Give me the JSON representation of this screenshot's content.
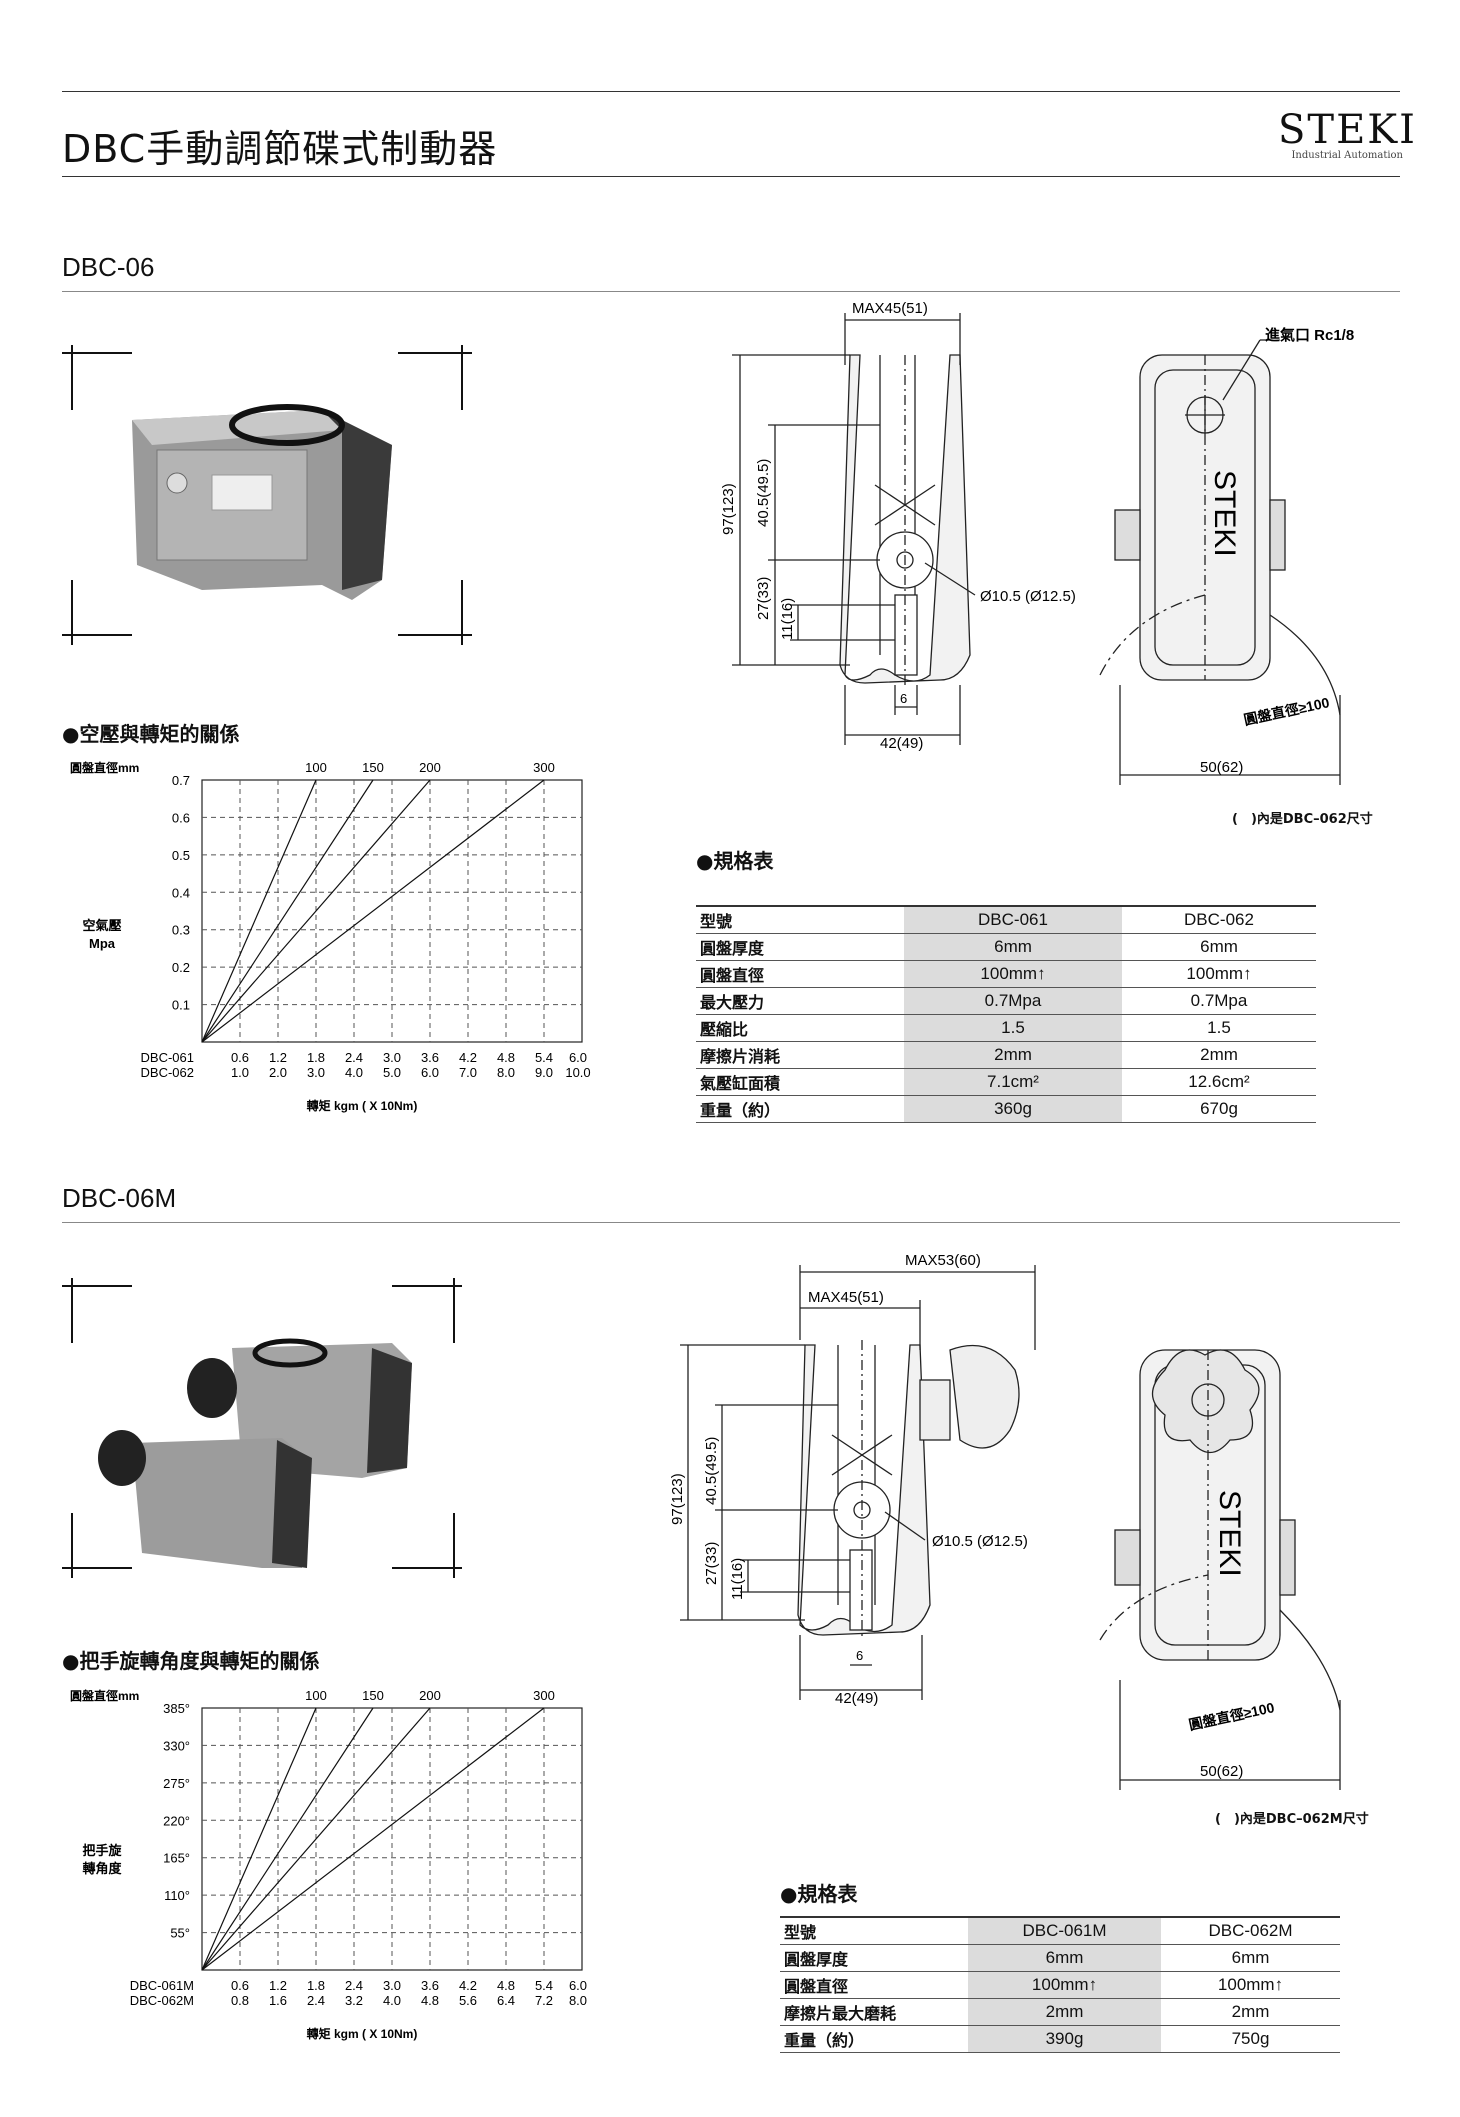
{
  "header": {
    "title": "DBC手動調節碟式制動器",
    "logo_name": "STEKI",
    "logo_sub": "Industrial Automation"
  },
  "dbc06": {
    "heading": "DBC-06",
    "chart_heading": "●空壓與轉矩的關係",
    "spec_heading": "●規格表",
    "drawing": {
      "max": "MAX45(51)",
      "inlet": "進氣口 Rc1/8",
      "h97": "97(123)",
      "h40": "40.5(49.5)",
      "h27": "27(33)",
      "h11": "11(16)",
      "dia": "Ø10.5 (Ø12.5)",
      "w6": "6",
      "w42": "42(49)",
      "w50": "50(62)",
      "disc": "圓盤直徑≥100",
      "brand": "STEKI"
    },
    "note": "(　)內是DBC–062尺寸",
    "spec": {
      "headers": [
        "型號",
        "DBC-061",
        "DBC-062"
      ],
      "rows": [
        [
          "圓盤厚度",
          "6mm",
          "6mm"
        ],
        [
          "圓盤直徑",
          "100mm↑",
          "100mm↑"
        ],
        [
          "最大壓力",
          "0.7Mpa",
          "0.7Mpa"
        ],
        [
          "壓縮比",
          "1.5",
          "1.5"
        ],
        [
          "摩擦片消耗",
          "2mm",
          "2mm"
        ],
        [
          "氣壓缸面積",
          "7.1cm²",
          "12.6cm²"
        ],
        [
          "重量（約）",
          "360g",
          "670g"
        ]
      ]
    }
  },
  "dbc06m": {
    "heading": "DBC-06M",
    "chart_heading": "●把手旋轉角度與轉矩的關係",
    "spec_heading": "●規格表",
    "drawing": {
      "max53": "MAX53(60)",
      "max45": "MAX45(51)",
      "h97": "97(123)",
      "h40": "40.5(49.5)",
      "h27": "27(33)",
      "h11": "11(16)",
      "dia": "Ø10.5 (Ø12.5)",
      "w6": "6",
      "w42": "42(49)",
      "w50": "50(62)",
      "disc": "圓盤直徑≥100",
      "brand": "STEKI"
    },
    "note": "(　)內是DBC–062M尺寸",
    "spec": {
      "headers": [
        "型號",
        "DBC-061M",
        "DBC-062M"
      ],
      "rows": [
        [
          "圓盤厚度",
          "6mm",
          "6mm"
        ],
        [
          "圓盤直徑",
          "100mm↑",
          "100mm↑"
        ],
        [
          "摩擦片最大磨耗",
          "2mm",
          "2mm"
        ],
        [
          "重量（約）",
          "390g",
          "750g"
        ]
      ]
    }
  },
  "chart_data": [
    {
      "type": "line",
      "title": "",
      "ylabel": "空氣壓 Mpa",
      "xlabel": "轉矩 kgm ( X 10Nm)",
      "top_axis_label": "圓盤直徑mm",
      "top_ticks": [
        "100",
        "150",
        "200",
        "300"
      ],
      "x_rows": [
        {
          "name": "DBC-061",
          "ticks": [
            "0.6",
            "1.2",
            "1.8",
            "2.4",
            "3.0",
            "3.6",
            "4.2",
            "4.8",
            "5.4",
            "6.0"
          ]
        },
        {
          "name": "DBC-062",
          "ticks": [
            "1.0",
            "2.0",
            "3.0",
            "4.0",
            "5.0",
            "6.0",
            "7.0",
            "8.0",
            "9.0",
            "10.0"
          ]
        }
      ],
      "y_ticks": [
        "0.7",
        "0.6",
        "0.5",
        "0.4",
        "0.3",
        "0.2",
        "0.1"
      ],
      "ylim": [
        0,
        0.7
      ],
      "xlim": [
        0,
        6.0
      ],
      "grid": true,
      "series": [
        {
          "name": "100",
          "x": [
            0,
            1.8
          ],
          "y": [
            0,
            0.7
          ]
        },
        {
          "name": "150",
          "x": [
            0,
            2.7
          ],
          "y": [
            0,
            0.7
          ]
        },
        {
          "name": "200",
          "x": [
            0,
            3.6
          ],
          "y": [
            0,
            0.7
          ]
        },
        {
          "name": "300",
          "x": [
            0,
            5.4
          ],
          "y": [
            0,
            0.7
          ]
        }
      ]
    },
    {
      "type": "line",
      "title": "",
      "ylabel": "把手旋轉角度",
      "xlabel": "轉矩 kgm ( X 10Nm)",
      "top_axis_label": "圓盤直徑mm",
      "top_ticks": [
        "100",
        "150",
        "200",
        "300"
      ],
      "x_rows": [
        {
          "name": "DBC-061M",
          "ticks": [
            "0.6",
            "1.2",
            "1.8",
            "2.4",
            "3.0",
            "3.6",
            "4.2",
            "4.8",
            "5.4",
            "6.0"
          ]
        },
        {
          "name": "DBC-062M",
          "ticks": [
            "0.8",
            "1.6",
            "2.4",
            "3.2",
            "4.0",
            "4.8",
            "5.6",
            "6.4",
            "7.2",
            "8.0"
          ]
        }
      ],
      "y_ticks": [
        "385°",
        "330°",
        "275°",
        "220°",
        "165°",
        "110°",
        "55°"
      ],
      "ylim": [
        0,
        385
      ],
      "xlim": [
        0,
        6.0
      ],
      "grid": true,
      "series": [
        {
          "name": "100",
          "x": [
            0,
            1.8
          ],
          "y": [
            0,
            385
          ]
        },
        {
          "name": "150",
          "x": [
            0,
            2.7
          ],
          "y": [
            0,
            385
          ]
        },
        {
          "name": "200",
          "x": [
            0,
            3.6
          ],
          "y": [
            0,
            385
          ]
        },
        {
          "name": "300",
          "x": [
            0,
            5.4
          ],
          "y": [
            0,
            385
          ]
        }
      ]
    }
  ]
}
